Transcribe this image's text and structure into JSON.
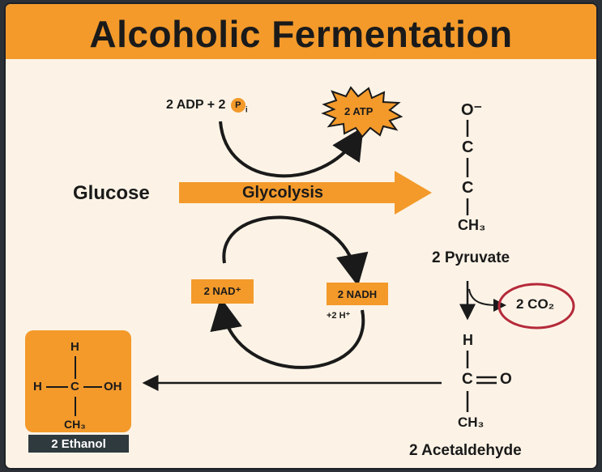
{
  "title": "Alcoholic Fermentation",
  "glycolysis": {
    "input": "Glucose",
    "process": "Glycolysis",
    "atp_inputs_prefix": "2 ADP + 2",
    "pi_symbol": "P",
    "pi_subscript": "i",
    "atp_output": "2 ATP"
  },
  "nad_cycle": {
    "nad_plus": "2 NAD⁺",
    "nadh": "2 NADH",
    "protons": "+2 H⁺"
  },
  "pyruvate": {
    "o_minus": "O⁻",
    "c1": "C",
    "c2": "C",
    "ch3": "CH₃",
    "label": "2 Pyruvate"
  },
  "co2": {
    "label": "2 CO₂"
  },
  "acetaldehyde": {
    "h": "H",
    "c": "C",
    "o": "O",
    "ch3": "CH₃",
    "label": "2 Acetaldehyde"
  },
  "ethanol": {
    "h_top": "H",
    "h_left": "H",
    "c": "C",
    "oh": "OH",
    "ch3": "CH₃",
    "label": "2 Ethanol"
  },
  "colors": {
    "orange": "#f39a2b",
    "background": "#fcf3e6",
    "dark": "#1a1a1a",
    "highlight_circle": "#b52a3a"
  }
}
